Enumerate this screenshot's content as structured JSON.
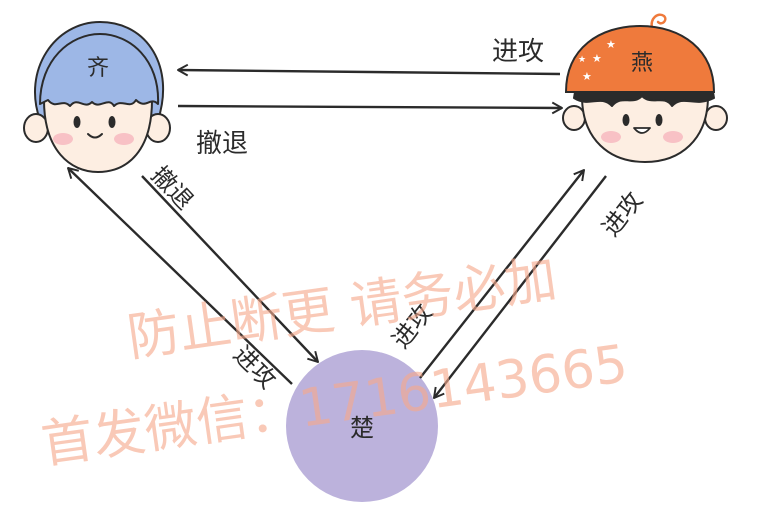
{
  "nodes": {
    "qi": {
      "label": "齐"
    },
    "yan": {
      "label": "燕"
    },
    "chu": {
      "label": "楚"
    }
  },
  "edges": {
    "yan_to_qi": {
      "label": "进攻"
    },
    "qi_to_yan": {
      "label": "撤退"
    },
    "qi_to_chu": {
      "label": "撤退"
    },
    "chu_to_qi": {
      "label": "进攻"
    },
    "chu_to_yan": {
      "label": "进攻"
    },
    "yan_to_chu": {
      "label": "进攻"
    }
  },
  "watermark": {
    "line1": "防止断更 请务必加",
    "line2": "首发微信：1716143665"
  },
  "colors": {
    "qi_hair": "#9db7e6",
    "yan_hat": "#ef7a3c",
    "chu_fill": "#bcb2dc",
    "watermark": "#f6a98c"
  }
}
